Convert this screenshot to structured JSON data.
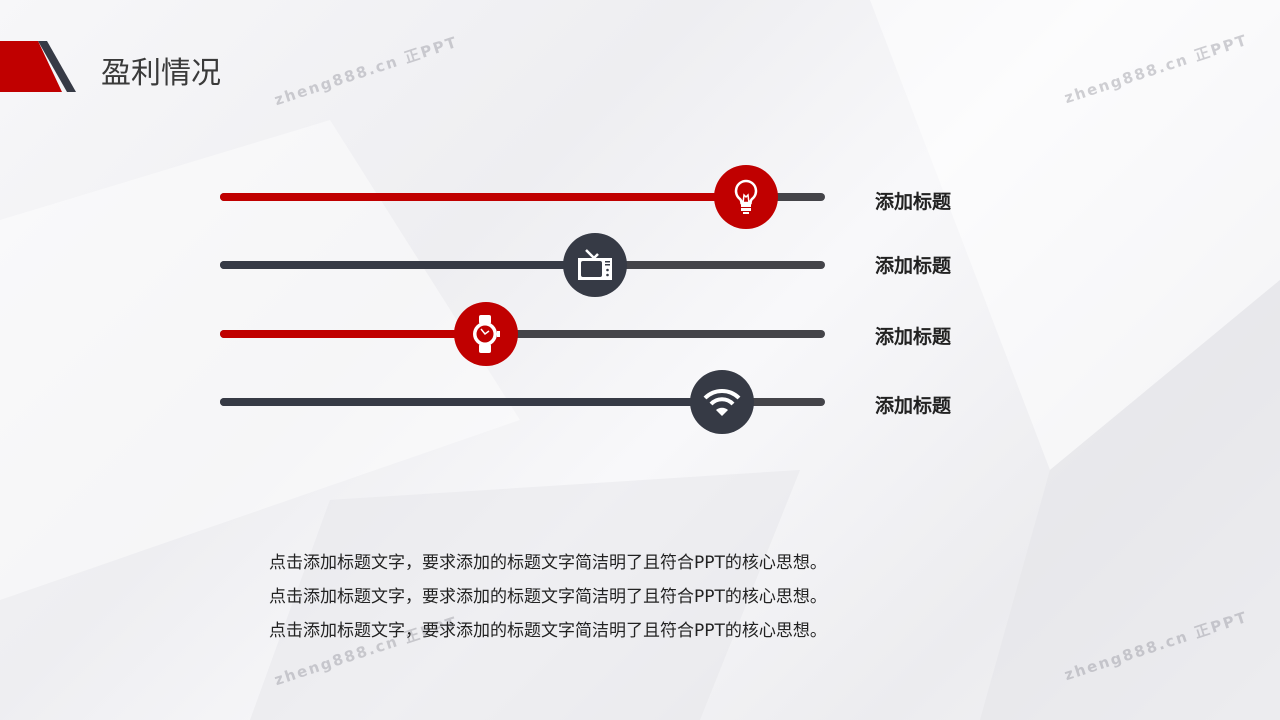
{
  "title": "盈利情况",
  "colors": {
    "accent": "#c00000",
    "dark": "#363a45",
    "track": "#444449"
  },
  "rows": [
    {
      "label": "添加标题",
      "icon": "lightbulb-icon",
      "progress": 0.87,
      "color": "#c00000"
    },
    {
      "label": "添加标题",
      "icon": "tv-icon",
      "progress": 0.62,
      "color": "#363a45"
    },
    {
      "label": "添加标题",
      "icon": "watch-icon",
      "progress": 0.44,
      "color": "#c00000"
    },
    {
      "label": "添加标题",
      "icon": "wifi-icon",
      "progress": 0.83,
      "color": "#363a45"
    }
  ],
  "description": [
    "点击添加标题文字，要求添加的标题文字简洁明了且符合PPT的核心思想。",
    "点击添加标题文字，要求添加的标题文字简洁明了且符合PPT的核心思想。",
    "点击添加标题文字，要求添加的标题文字简洁明了且符合PPT的核心思想。"
  ],
  "watermark": "zheng888.cn 正PPT"
}
